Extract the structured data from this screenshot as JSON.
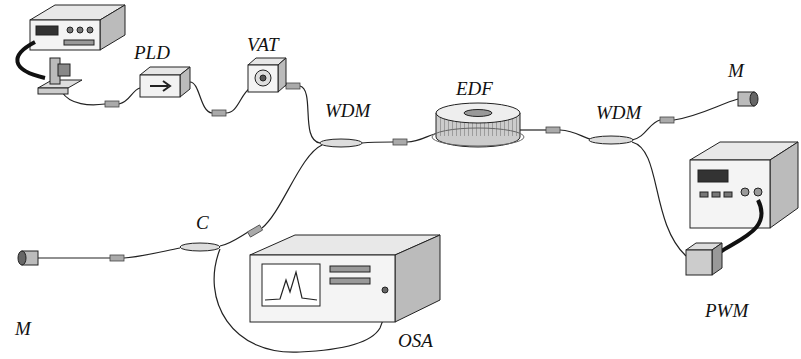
{
  "diagram": {
    "labels": [
      "PLD",
      "VAT",
      "WDM",
      "EDF",
      "WDM",
      "M",
      "PWM",
      "M",
      "C",
      "OSA"
    ]
  }
}
